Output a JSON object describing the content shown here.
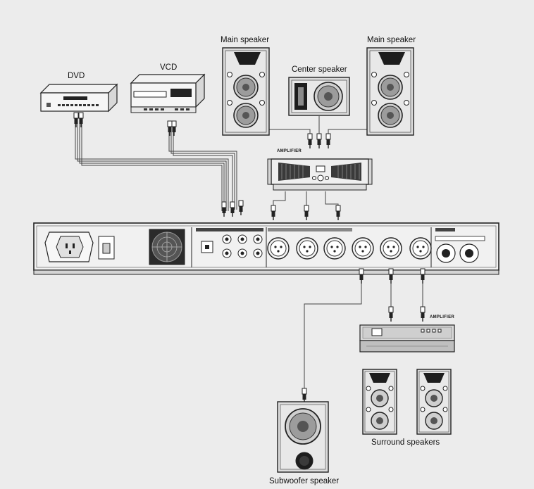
{
  "labels": {
    "dvd": "DVD",
    "vcd": "VCD",
    "main_left": "Main speaker",
    "main_right": "Main speaker",
    "center": "Center speaker",
    "amplifier_top": "AMPLIFIER",
    "amplifier_bottom": "AMPLIFIER",
    "surround": "Surround speakers",
    "subwoofer": "Subwoofer speaker"
  }
}
